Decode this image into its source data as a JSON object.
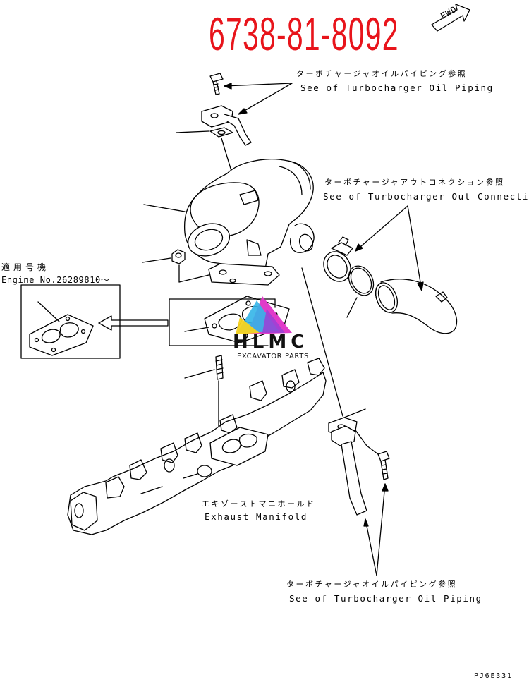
{
  "part_number": "6738-81-8092",
  "fwd_label": "FWD",
  "callouts": {
    "oil_piping_top_jp": "ターボチャージャオイルパイピング参照",
    "oil_piping_top_en": "See of Turbocharger Oil Piping",
    "out_connection_jp": "ターボチャージャアウトコネクション参照",
    "out_connection_en": "See of Turbocharger Out Connection",
    "applicable_jp": "適用号機",
    "applicable_en": "Engine No.26289810～",
    "exhaust_manifold_jp": "エキゾーストマニホールド",
    "exhaust_manifold_en": "Exhaust Manifold",
    "oil_piping_bottom_jp": "ターボチャージャオイルパイピング参照",
    "oil_piping_bottom_en": "See of Turbocharger Oil Piping"
  },
  "watermark": {
    "brand": "HLMC",
    "tagline": "EXCAVATOR PARTS"
  },
  "drawing_code": "PJ6E331",
  "colors": {
    "part_number": "#e8141b",
    "line": "#000000",
    "watermark_text": "#111111"
  }
}
